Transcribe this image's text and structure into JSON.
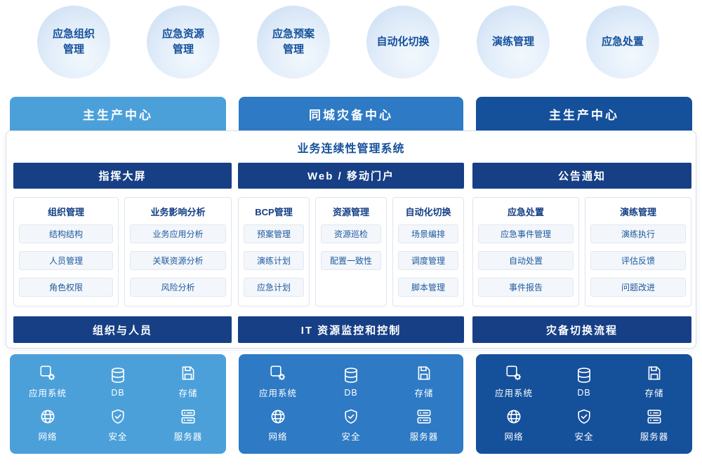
{
  "bubbles": [
    {
      "label": "应急组织\n管理"
    },
    {
      "label": "应急资源\n管理"
    },
    {
      "label": "应急预案\n管理"
    },
    {
      "label": "自动化切换"
    },
    {
      "label": "演练管理"
    },
    {
      "label": "应急处置"
    }
  ],
  "centers": [
    {
      "title": "主生产中心"
    },
    {
      "title": "同城灾备中心"
    },
    {
      "title": "主生产中心"
    }
  ],
  "colors": {
    "light_blue": "#4BA0DA",
    "medium_blue": "#2E7AC4",
    "dark_blue": "#15509B",
    "navy_bar": "#173F85"
  },
  "system": {
    "title": "业务连续性管理系统",
    "top_bars": [
      {
        "label": "指挥大屏"
      },
      {
        "label": "Web / 移动门户"
      },
      {
        "label": "公告通知"
      }
    ],
    "cards": [
      {
        "title": "组织管理",
        "items": [
          "结构结构",
          "人员管理",
          "角色权限"
        ]
      },
      {
        "title": "业务影响分析",
        "items": [
          "业务应用分析",
          "关联资源分析",
          "风险分析"
        ]
      },
      {
        "title": "BCP管理",
        "items": [
          "预案管理",
          "演练计划",
          "应急计划"
        ]
      },
      {
        "title": "资源管理",
        "items": [
          "资源巡检",
          "配置一致性"
        ]
      },
      {
        "title": "自动化切换",
        "items": [
          "场景编排",
          "调度管理",
          "脚本管理"
        ]
      },
      {
        "title": "应急处置",
        "items": [
          "应急事件管理",
          "自动处置",
          "事件报告"
        ]
      },
      {
        "title": "演练管理",
        "items": [
          "演练执行",
          "评估反馈",
          "问题改进"
        ]
      }
    ],
    "bottom_bars": [
      {
        "label": "组织与人员"
      },
      {
        "label": "IT 资源监控和控制"
      },
      {
        "label": "灾备切换流程"
      }
    ]
  },
  "infrastructure": {
    "items": [
      {
        "icon": "app-system-icon",
        "label": "应用系统"
      },
      {
        "icon": "database-icon",
        "label": "DB"
      },
      {
        "icon": "storage-icon",
        "label": "存储"
      },
      {
        "icon": "network-icon",
        "label": "网络"
      },
      {
        "icon": "security-icon",
        "label": "安全"
      },
      {
        "icon": "server-icon",
        "label": "服务器"
      }
    ]
  }
}
